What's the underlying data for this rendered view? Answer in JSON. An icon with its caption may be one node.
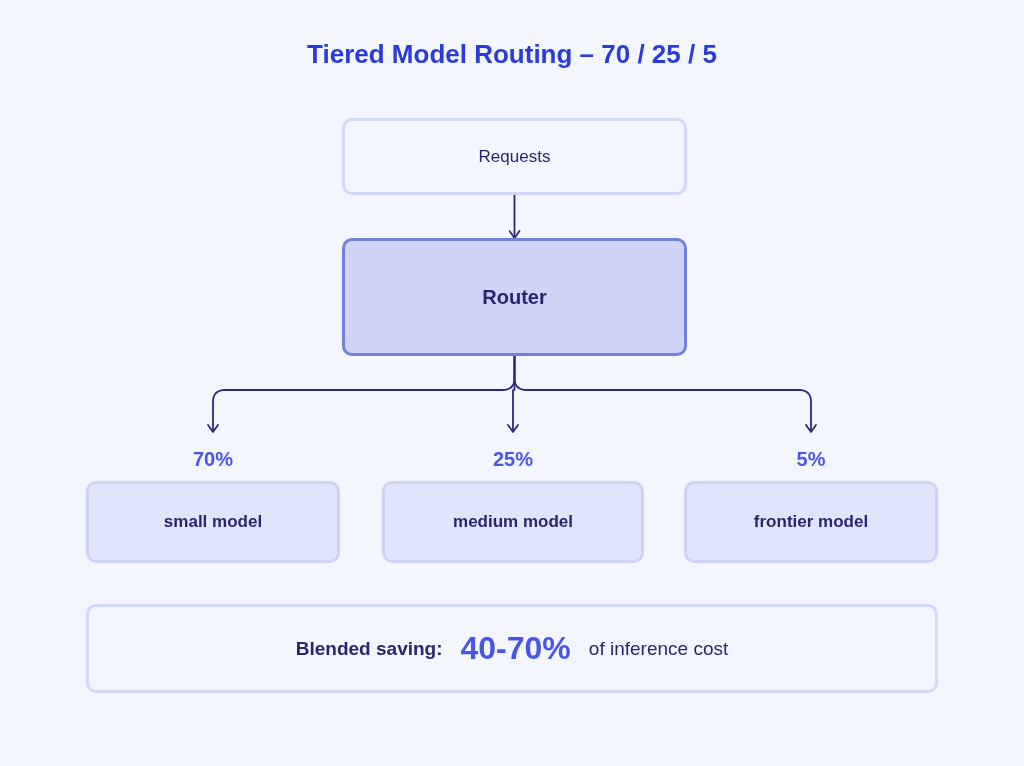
{
  "diagram": {
    "title": "Tiered Model Routing – 70 / 25 / 5",
    "nodes": [
      {
        "text": [
          "Requests"
        ]
      },
      {
        "text": [
          "Router"
        ]
      },
      {
        "text": [
          "small model"
        ],
        "beside": [
          "70%"
        ]
      },
      {
        "text": [
          "medium model"
        ],
        "beside": [
          "25%"
        ]
      },
      {
        "text": [
          "frontier model"
        ],
        "beside": [
          "5%"
        ]
      },
      {
        "text": [
          "Blended saving:",
          "40-70%",
          "of inference cost"
        ]
      }
    ],
    "edges": [
      {
        "from": 0,
        "to": 1,
        "arrow": "to"
      },
      {
        "from": 1,
        "to": 2,
        "arrow": "to"
      },
      {
        "from": 1,
        "to": 3,
        "arrow": "to"
      },
      {
        "from": 1,
        "to": 4,
        "arrow": "to"
      }
    ]
  }
}
